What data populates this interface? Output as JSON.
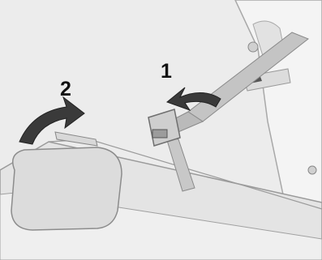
{
  "illustration": {
    "subject": "seat-belt-release-diagram",
    "steps": [
      {
        "label": "1"
      },
      {
        "label": "2"
      }
    ]
  },
  "colors": {
    "background": "#ffffff",
    "panel": "#e6e6e6",
    "panel_light": "#f1f1f1",
    "belt": "#bdbdbd",
    "outline": "#9a9a9a",
    "arrow": "#3a3a3a",
    "headrest": "#d9d9d9"
  }
}
